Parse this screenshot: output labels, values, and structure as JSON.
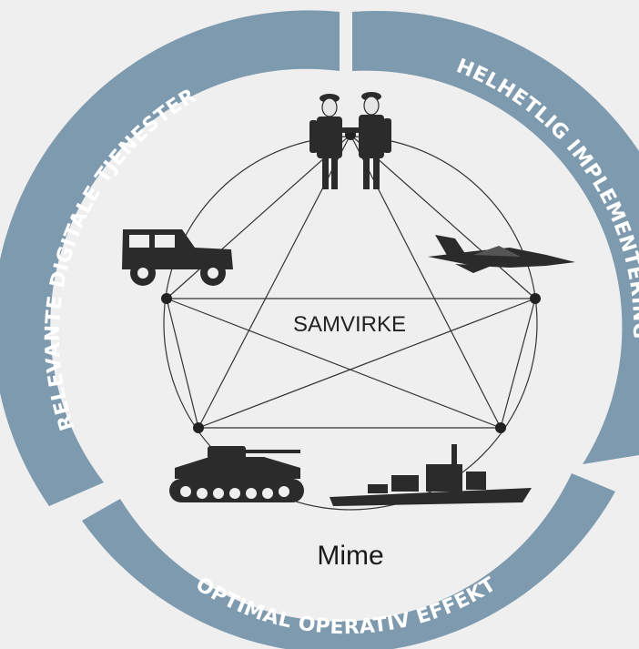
{
  "ring": {
    "color": "#7e9aae",
    "segments": [
      {
        "label": "RELEVANTE DIGITALE TJENESTER"
      },
      {
        "label": "HELHETLIG IMPLEMENTERING"
      },
      {
        "label": "OPTIMAL OPERATIV EFFEKT"
      }
    ]
  },
  "center_label": "SAMVIRKE",
  "bottom_label": "Mime",
  "icons": [
    "soldiers-icon",
    "jeep-icon",
    "fighter-jet-icon",
    "tank-icon",
    "warship-icon"
  ],
  "colors": {
    "background": "#efefef",
    "ring": "#7e9aae",
    "lines": "#333333",
    "icons": "#2b2b2b"
  }
}
